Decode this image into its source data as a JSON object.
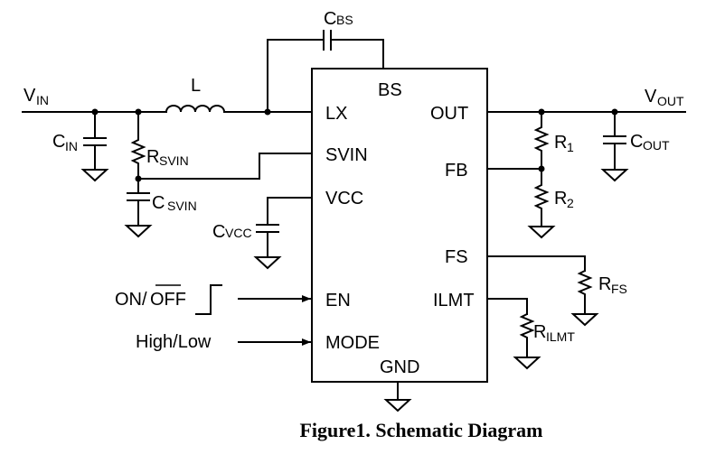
{
  "figure": {
    "caption": "Figure1. Schematic Diagram"
  },
  "ic": {
    "pins": {
      "bs": "BS",
      "lx": "LX",
      "out": "OUT",
      "svin": "SVIN",
      "fb": "FB",
      "vcc": "VCC",
      "fs": "FS",
      "en": "EN",
      "ilmt": "ILMT",
      "mode": "MODE",
      "gnd": "GND"
    }
  },
  "labels": {
    "vin": {
      "main": "V",
      "sub": "IN"
    },
    "vout": {
      "main": "V",
      "sub": "OUT"
    },
    "inductor": "L",
    "cin": {
      "main": "C",
      "sub": "IN"
    },
    "rsvin": {
      "main": "R",
      "sub": "SVIN"
    },
    "csvin": {
      "main": "C",
      "sub": "SVIN"
    },
    "cbs": {
      "main": "C",
      "sub": "BS"
    },
    "cvcc": {
      "main": "C",
      "sub": "VCC"
    },
    "r1": {
      "main": "R",
      "sub": "1"
    },
    "r2": {
      "main": "R",
      "sub": "2"
    },
    "cout": {
      "main": "C",
      "sub": "OUT"
    },
    "rfs": {
      "main": "R",
      "sub": "FS"
    },
    "rilmt": {
      "main": "R",
      "sub": "ILMT"
    },
    "en_input": {
      "on": "ON/",
      "off": "OFF"
    },
    "mode_input": "High/Low"
  }
}
